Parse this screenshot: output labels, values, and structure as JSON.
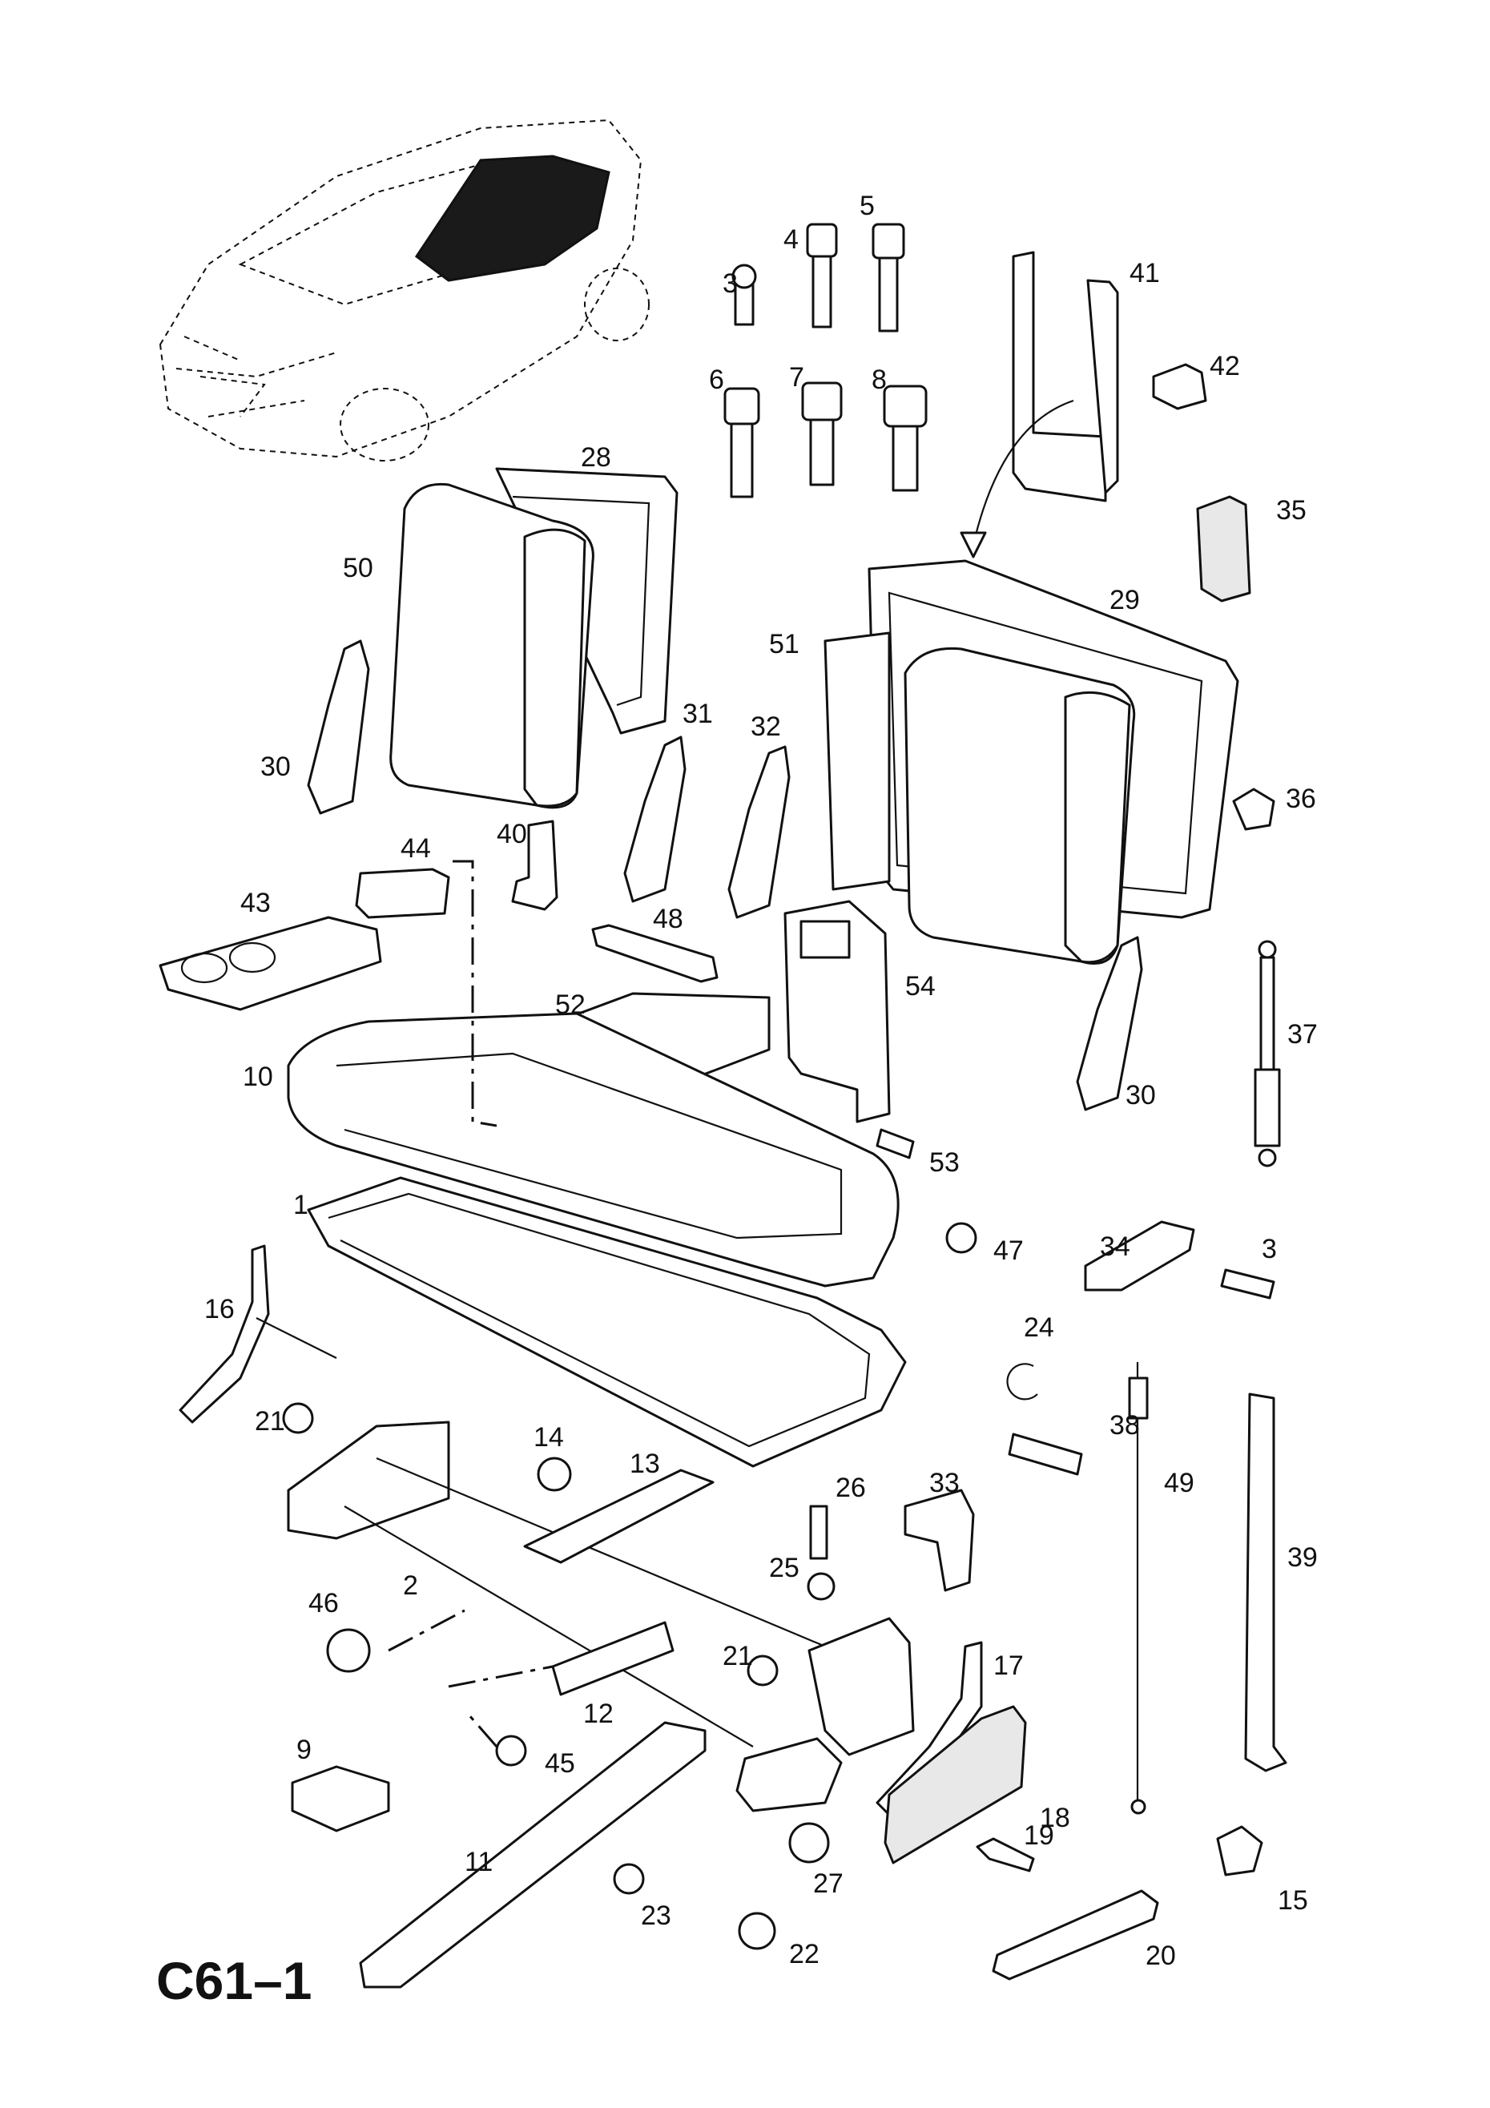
{
  "reference_code": "C61–1",
  "callouts": [
    "1",
    "2",
    "3",
    "4",
    "5",
    "6",
    "7",
    "8",
    "9",
    "10",
    "11",
    "12",
    "13",
    "14",
    "15",
    "16",
    "17",
    "18",
    "19",
    "20",
    "21",
    "22",
    "23",
    "24",
    "25",
    "26",
    "27",
    "28",
    "29",
    "30",
    "31",
    "32",
    "33",
    "34",
    "35",
    "36",
    "37",
    "38",
    "39",
    "40",
    "41",
    "42",
    "43",
    "44",
    "45",
    "46",
    "47",
    "48",
    "49",
    "50",
    "51",
    "52",
    "53",
    "54"
  ],
  "callout_repeats": [
    "3",
    "21",
    "30"
  ]
}
